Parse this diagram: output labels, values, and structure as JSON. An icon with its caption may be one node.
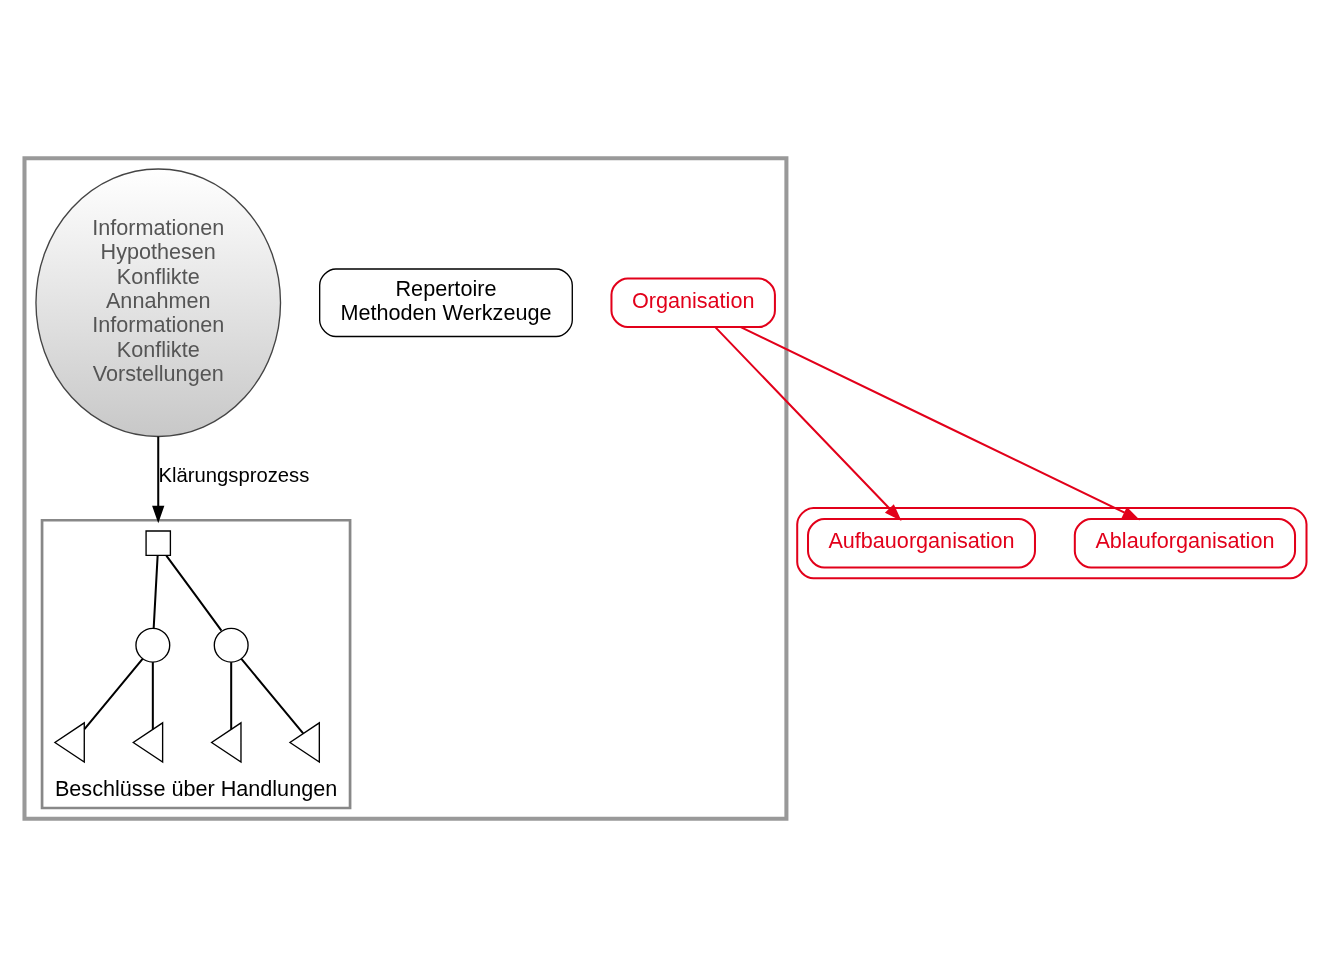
{
  "diagram": {
    "nodes": [
      {
        "text": [],
        "shape": "box"
      },
      {
        "text": [
          "Informationen",
          "Hypothesen",
          "Konflikte",
          "Annahmen",
          "Informationen",
          "Konflikte",
          "Vorstellungen"
        ],
        "in": 0
      },
      {
        "text": [
          "Repertoire",
          "Methoden Werkzeuge"
        ],
        "in": 0
      },
      {
        "text": [
          "Beschlüsse über Handlungen"
        ],
        "in": 0
      },
      {
        "text": [],
        "shape": "box",
        "in": 3
      },
      {
        "text": [],
        "shape": "circle",
        "in": 3
      },
      {
        "text": [],
        "shape": "circle",
        "in": 3
      },
      {
        "text": [],
        "shape": "triangle",
        "in": 3
      },
      {
        "text": [],
        "shape": "triangle",
        "in": 3
      },
      {
        "text": [],
        "shape": "triangle",
        "in": 3
      },
      {
        "text": [],
        "shape": "triangle",
        "in": 3
      },
      {
        "text": [
          "Organisation"
        ],
        "in": 0
      },
      {
        "text": [],
        "shape": "box"
      },
      {
        "text": [
          "Aufbauorganisation"
        ],
        "in": 12
      },
      {
        "text": [
          "Ablauforganisation"
        ],
        "in": 12
      }
    ],
    "edges": [
      {
        "from": 1,
        "to": 3,
        "arrow": "to",
        "label": "Klärungsprozess"
      },
      {
        "from": 4,
        "to": 5,
        "arrow": "none"
      },
      {
        "from": 4,
        "to": 6,
        "arrow": "none"
      },
      {
        "from": 5,
        "to": 7,
        "arrow": "none"
      },
      {
        "from": 5,
        "to": 8,
        "arrow": "none"
      },
      {
        "from": 6,
        "to": 9,
        "arrow": "none"
      },
      {
        "from": 6,
        "to": 10,
        "arrow": "none"
      },
      {
        "from": 11,
        "to": 13,
        "arrow": "to",
        "color": "#e2001a"
      },
      {
        "from": 11,
        "to": 14,
        "arrow": "to",
        "color": "#e2001a"
      }
    ]
  }
}
